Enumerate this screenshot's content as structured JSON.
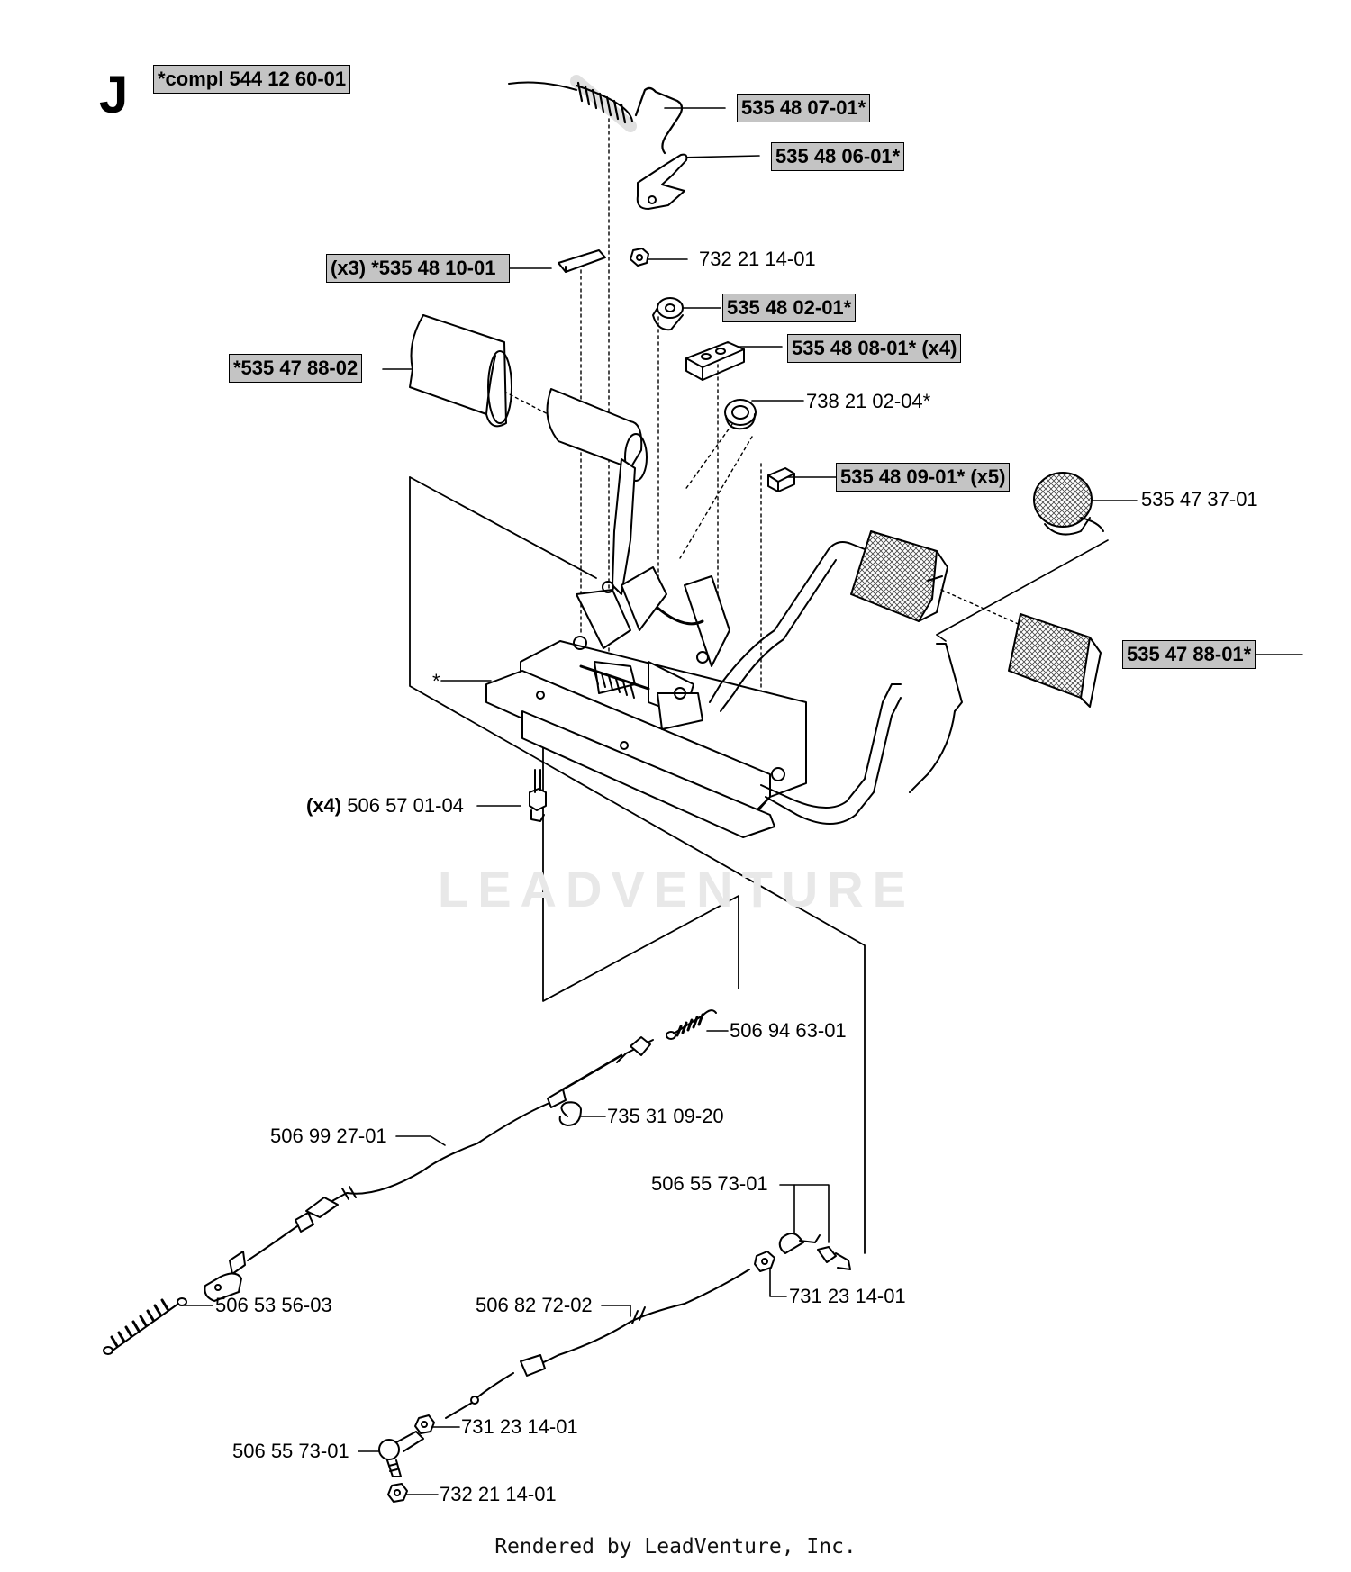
{
  "section_letter": "J",
  "kit_label": "*compl 544 12 60-01",
  "watermark": "LEADVENTURE",
  "footer": "Rendered by LeadVenture, Inc.",
  "parts": [
    {
      "id": "p1",
      "part": "535 48 07-01*",
      "boxed": true
    },
    {
      "id": "p2",
      "part": "535 48 06-01*",
      "boxed": true
    },
    {
      "id": "p3",
      "part": "*535 48 10-01",
      "qty": "(x3)",
      "boxed": true
    },
    {
      "id": "p4",
      "part": "732 21 14-01",
      "boxed": false
    },
    {
      "id": "p5",
      "part": "535 48 02-01*",
      "boxed": true
    },
    {
      "id": "p6",
      "part": "*535 47 88-02",
      "boxed": true
    },
    {
      "id": "p7",
      "part": "535 48 08-01* (x4)",
      "boxed": true
    },
    {
      "id": "p8",
      "part": "738 21 02-04*",
      "boxed": false
    },
    {
      "id": "p9",
      "part": "535 48 09-01* (x5)",
      "boxed": true
    },
    {
      "id": "p10",
      "part": "535 47 37-01",
      "boxed": false
    },
    {
      "id": "p11",
      "part": "535 47 88-01*",
      "boxed": true
    },
    {
      "id": "p12",
      "part": "*",
      "boxed": false
    },
    {
      "id": "p13",
      "part": "506 57 01-04",
      "qty": "(x4)",
      "boxed": false
    },
    {
      "id": "p14",
      "part": "506 94 63-01",
      "boxed": false
    },
    {
      "id": "p15",
      "part": "735 31 09-20",
      "boxed": false
    },
    {
      "id": "p16",
      "part": "506 99 27-01",
      "boxed": false
    },
    {
      "id": "p17",
      "part": "506 55 73-01",
      "boxed": false
    },
    {
      "id": "p18",
      "part": "731 23 14-01",
      "boxed": false
    },
    {
      "id": "p19",
      "part": "506 53 56-03",
      "boxed": false
    },
    {
      "id": "p20",
      "part": "506 82 72-02",
      "boxed": false
    },
    {
      "id": "p21",
      "part": "731 23 14-01",
      "boxed": false
    },
    {
      "id": "p22",
      "part": "506 55 73-01",
      "boxed": false
    },
    {
      "id": "p23",
      "part": "732 21 14-01",
      "boxed": false
    }
  ]
}
